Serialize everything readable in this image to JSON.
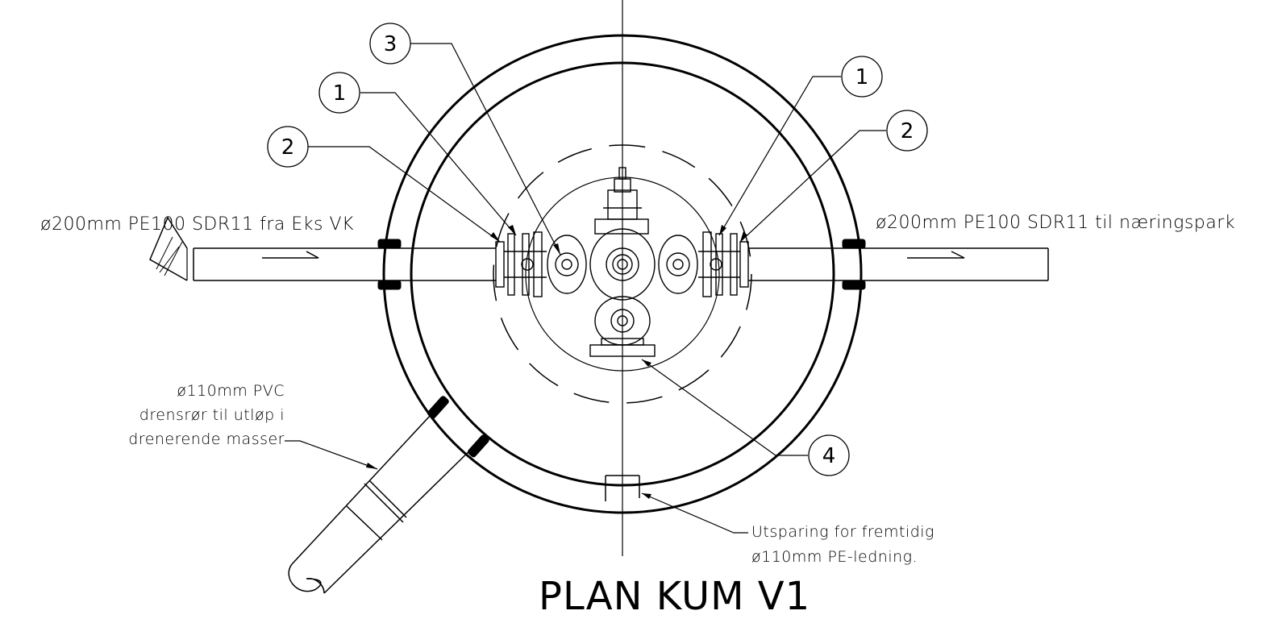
{
  "title": "PLAN KUM V1",
  "labels": {
    "inlet_pipe": "ø200mm PE100 SDR11 fra Eks VK",
    "outlet_pipe": "ø200mm PE100 SDR11 til næringspark",
    "drain_line1": "ø110mm PVC",
    "drain_line2": "drensrør til utløp i",
    "drain_line3": "drenerende masser",
    "recess_line1": "Utsparing for fremtidig",
    "recess_line2": "ø110mm PE-ledning."
  },
  "balloons": [
    "3",
    "1",
    "2",
    "1",
    "2",
    "4"
  ]
}
